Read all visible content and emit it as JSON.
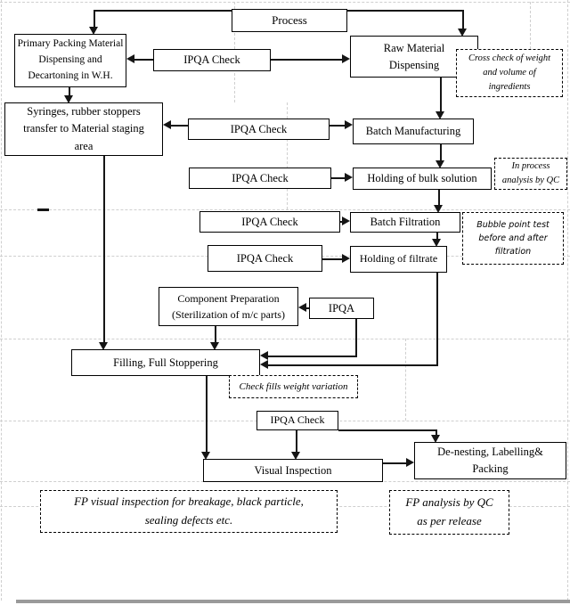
{
  "nodes": {
    "process": "Process",
    "primary_packing": "Primary Packing Material\nDispensing and\nDecartoning in W.H.",
    "ipqa1": "IPQA Check",
    "raw_material": "Raw Material\nDispensing",
    "syringes": "Syringes, rubber stoppers\ntransfer to Material staging\narea",
    "ipqa2": "IPQA Check",
    "batch_manufacturing": "Batch Manufacturing",
    "ipqa3": "IPQA Check",
    "holding_bulk": "Holding of bulk solution",
    "ipqa4": "IPQA Check",
    "batch_filtration": "Batch Filtration",
    "ipqa5": "IPQA Check",
    "holding_filtrate": "Holding of filtrate",
    "component_prep": "Component Preparation\n(Sterilization of m/c parts)",
    "ipqa_small": "IPQA",
    "filling": "Filling, Full Stoppering",
    "ipqa6": "IPQA Check",
    "visual_inspection": "Visual Inspection",
    "de_nesting": "De-nesting, Labelling&\nPacking"
  },
  "annotations": {
    "cross_check": "Cross check of weight\nand volume of\ningredients",
    "in_process": "In process\nanalysis by QC",
    "bubble_point": "Bubble point test\nbefore and after\nfiltration",
    "check_fills": "Check fills weight variation",
    "fp_visual": "FP visual inspection for breakage, black particle,\nsealing defects etc.",
    "fp_analysis": "FP analysis by QC\nas per release"
  },
  "colors": {
    "line": "#151515",
    "grid": "#cfcfcf",
    "page_bottom_bar": "#9a9a9a"
  }
}
